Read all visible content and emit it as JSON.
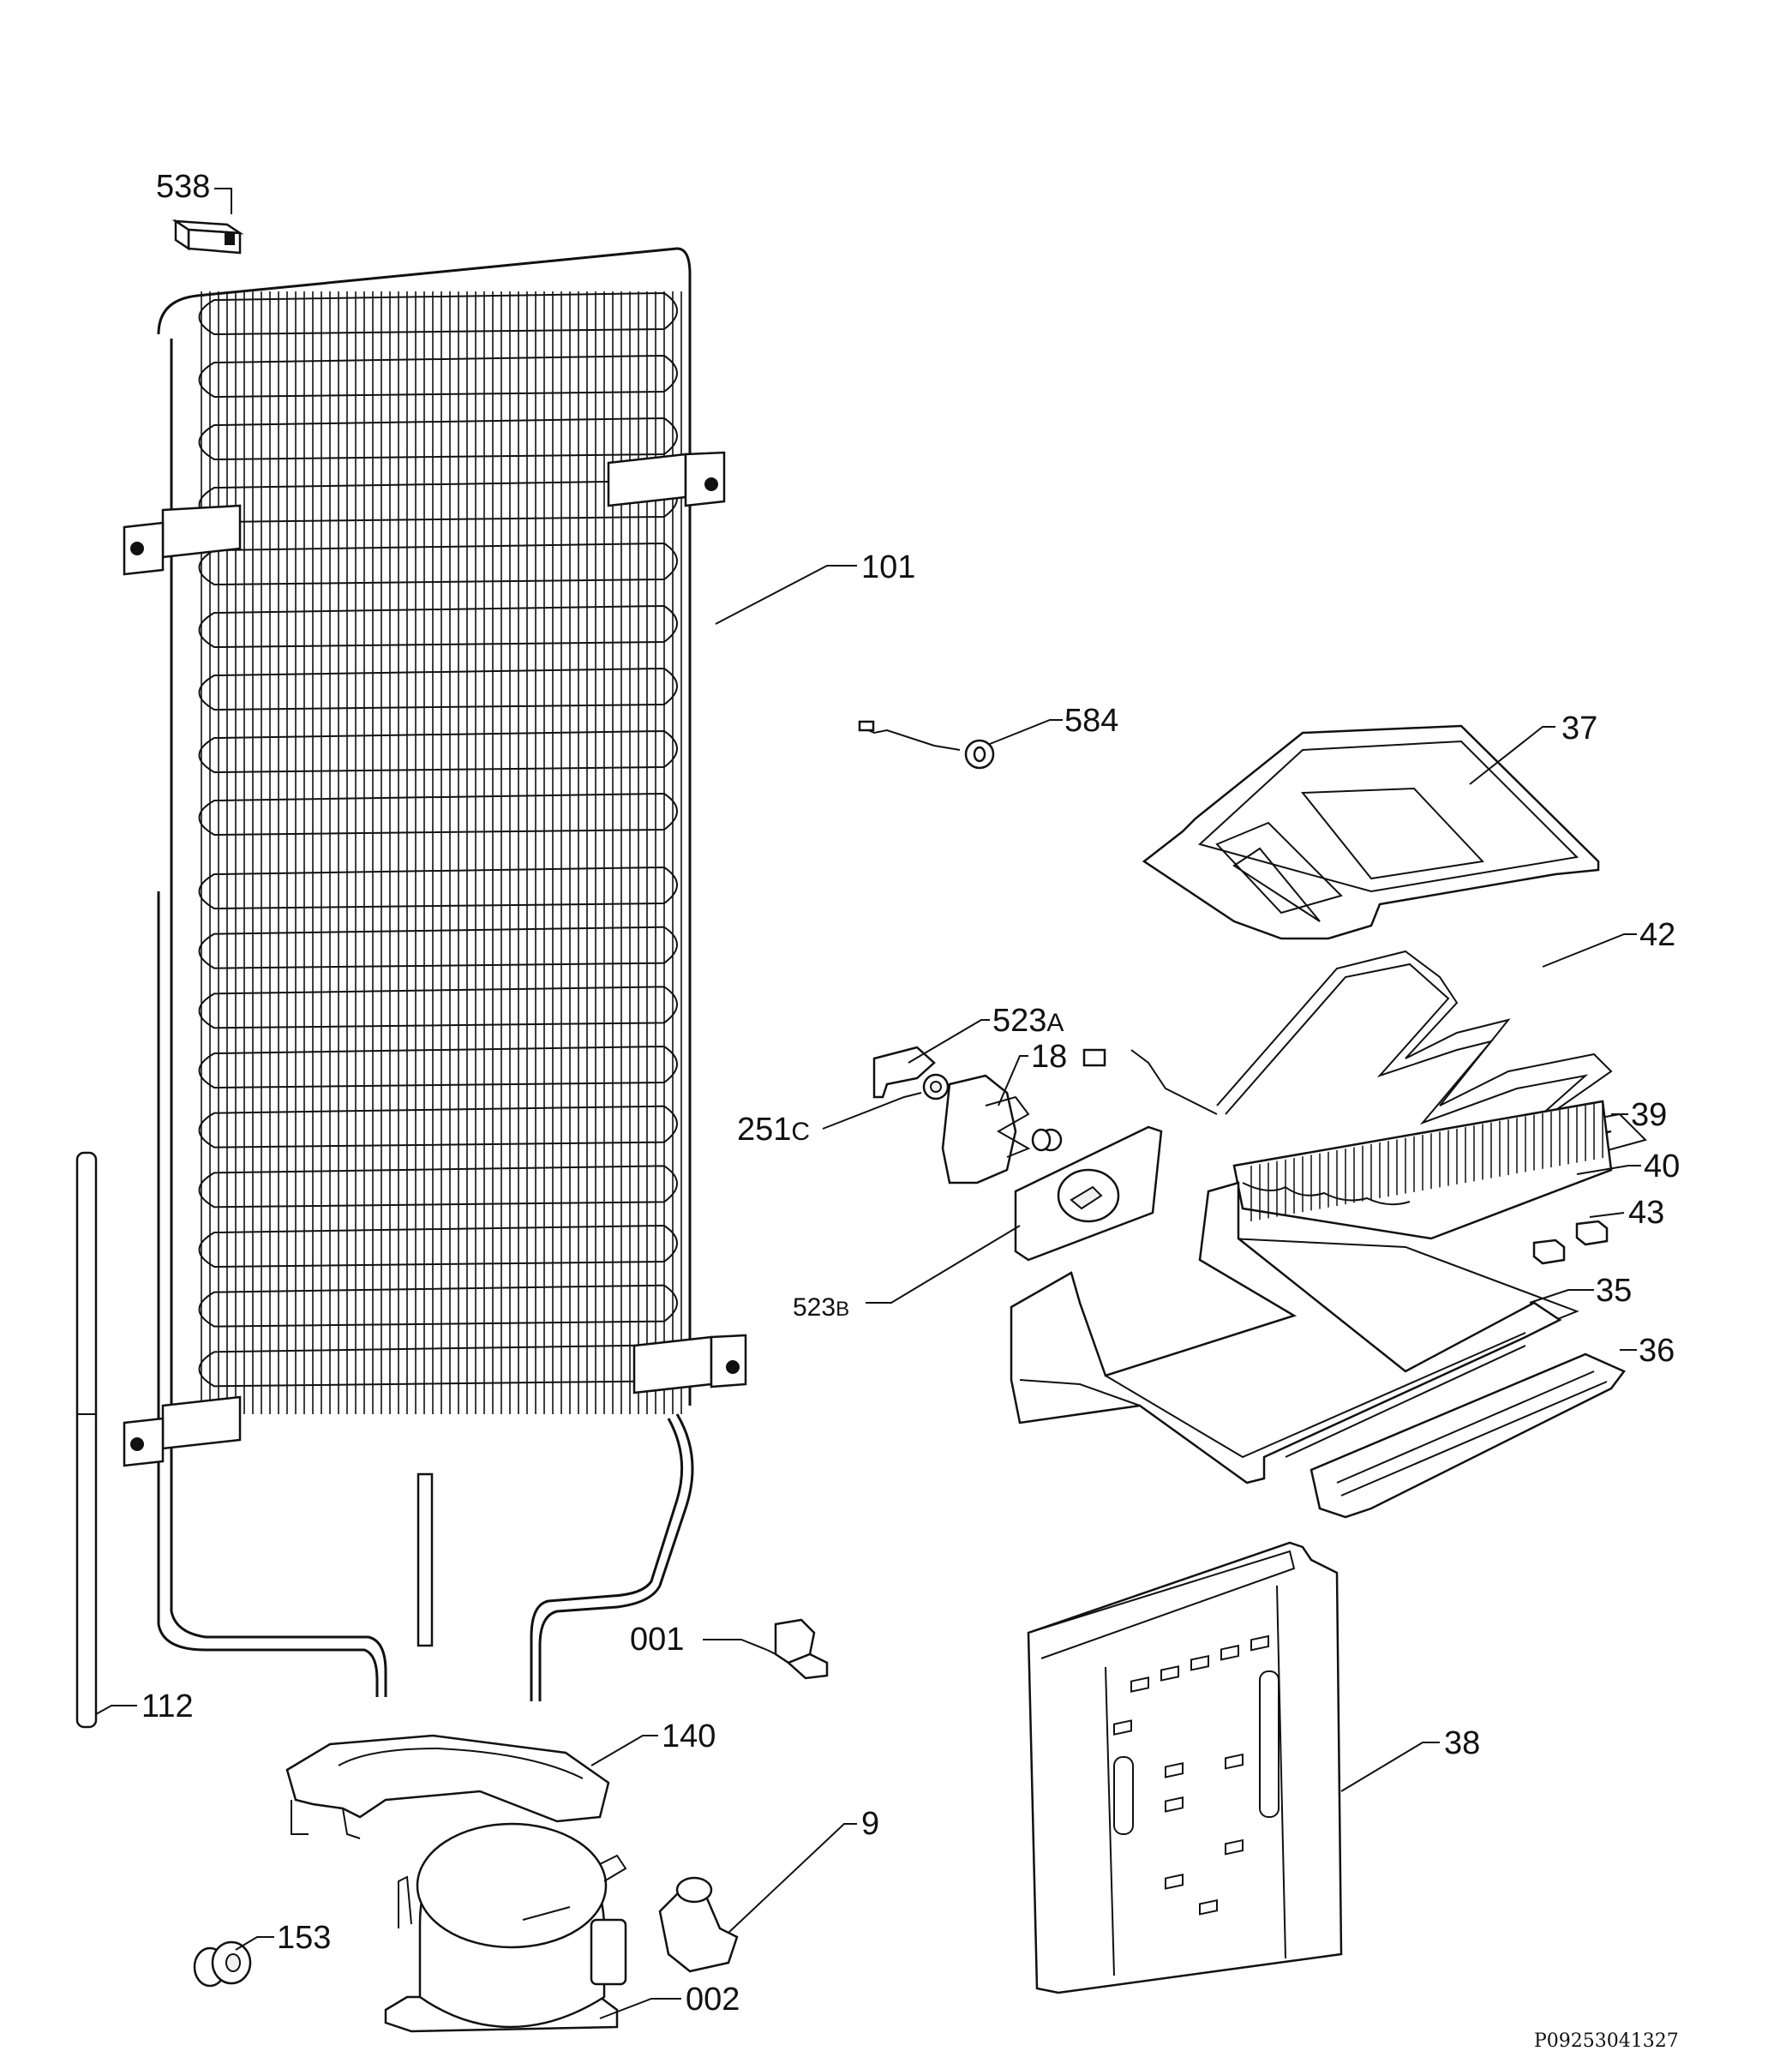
{
  "diagram_code": "P09253041327",
  "callouts": [
    {
      "id": "538",
      "text": "538"
    },
    {
      "id": "101",
      "text": "101"
    },
    {
      "id": "584",
      "text": "584"
    },
    {
      "id": "37",
      "text": "37"
    },
    {
      "id": "42",
      "text": "42"
    },
    {
      "id": "523A",
      "text": "523",
      "suffix": "A"
    },
    {
      "id": "18",
      "text": "18"
    },
    {
      "id": "251C",
      "text": "251",
      "suffix": "C"
    },
    {
      "id": "39",
      "text": "39"
    },
    {
      "id": "40",
      "text": "40"
    },
    {
      "id": "43",
      "text": "43"
    },
    {
      "id": "523B",
      "text": "523",
      "suffix": "B"
    },
    {
      "id": "35",
      "text": "35"
    },
    {
      "id": "36",
      "text": "36"
    },
    {
      "id": "001",
      "text": "001"
    },
    {
      "id": "112",
      "text": "112"
    },
    {
      "id": "140",
      "text": "140"
    },
    {
      "id": "38",
      "text": "38"
    },
    {
      "id": "9",
      "text": "9"
    },
    {
      "id": "153",
      "text": "153"
    },
    {
      "id": "002",
      "text": "002"
    }
  ],
  "icons": {
    "condenser": "condenser-coil-icon",
    "compressor": "compressor-icon"
  }
}
